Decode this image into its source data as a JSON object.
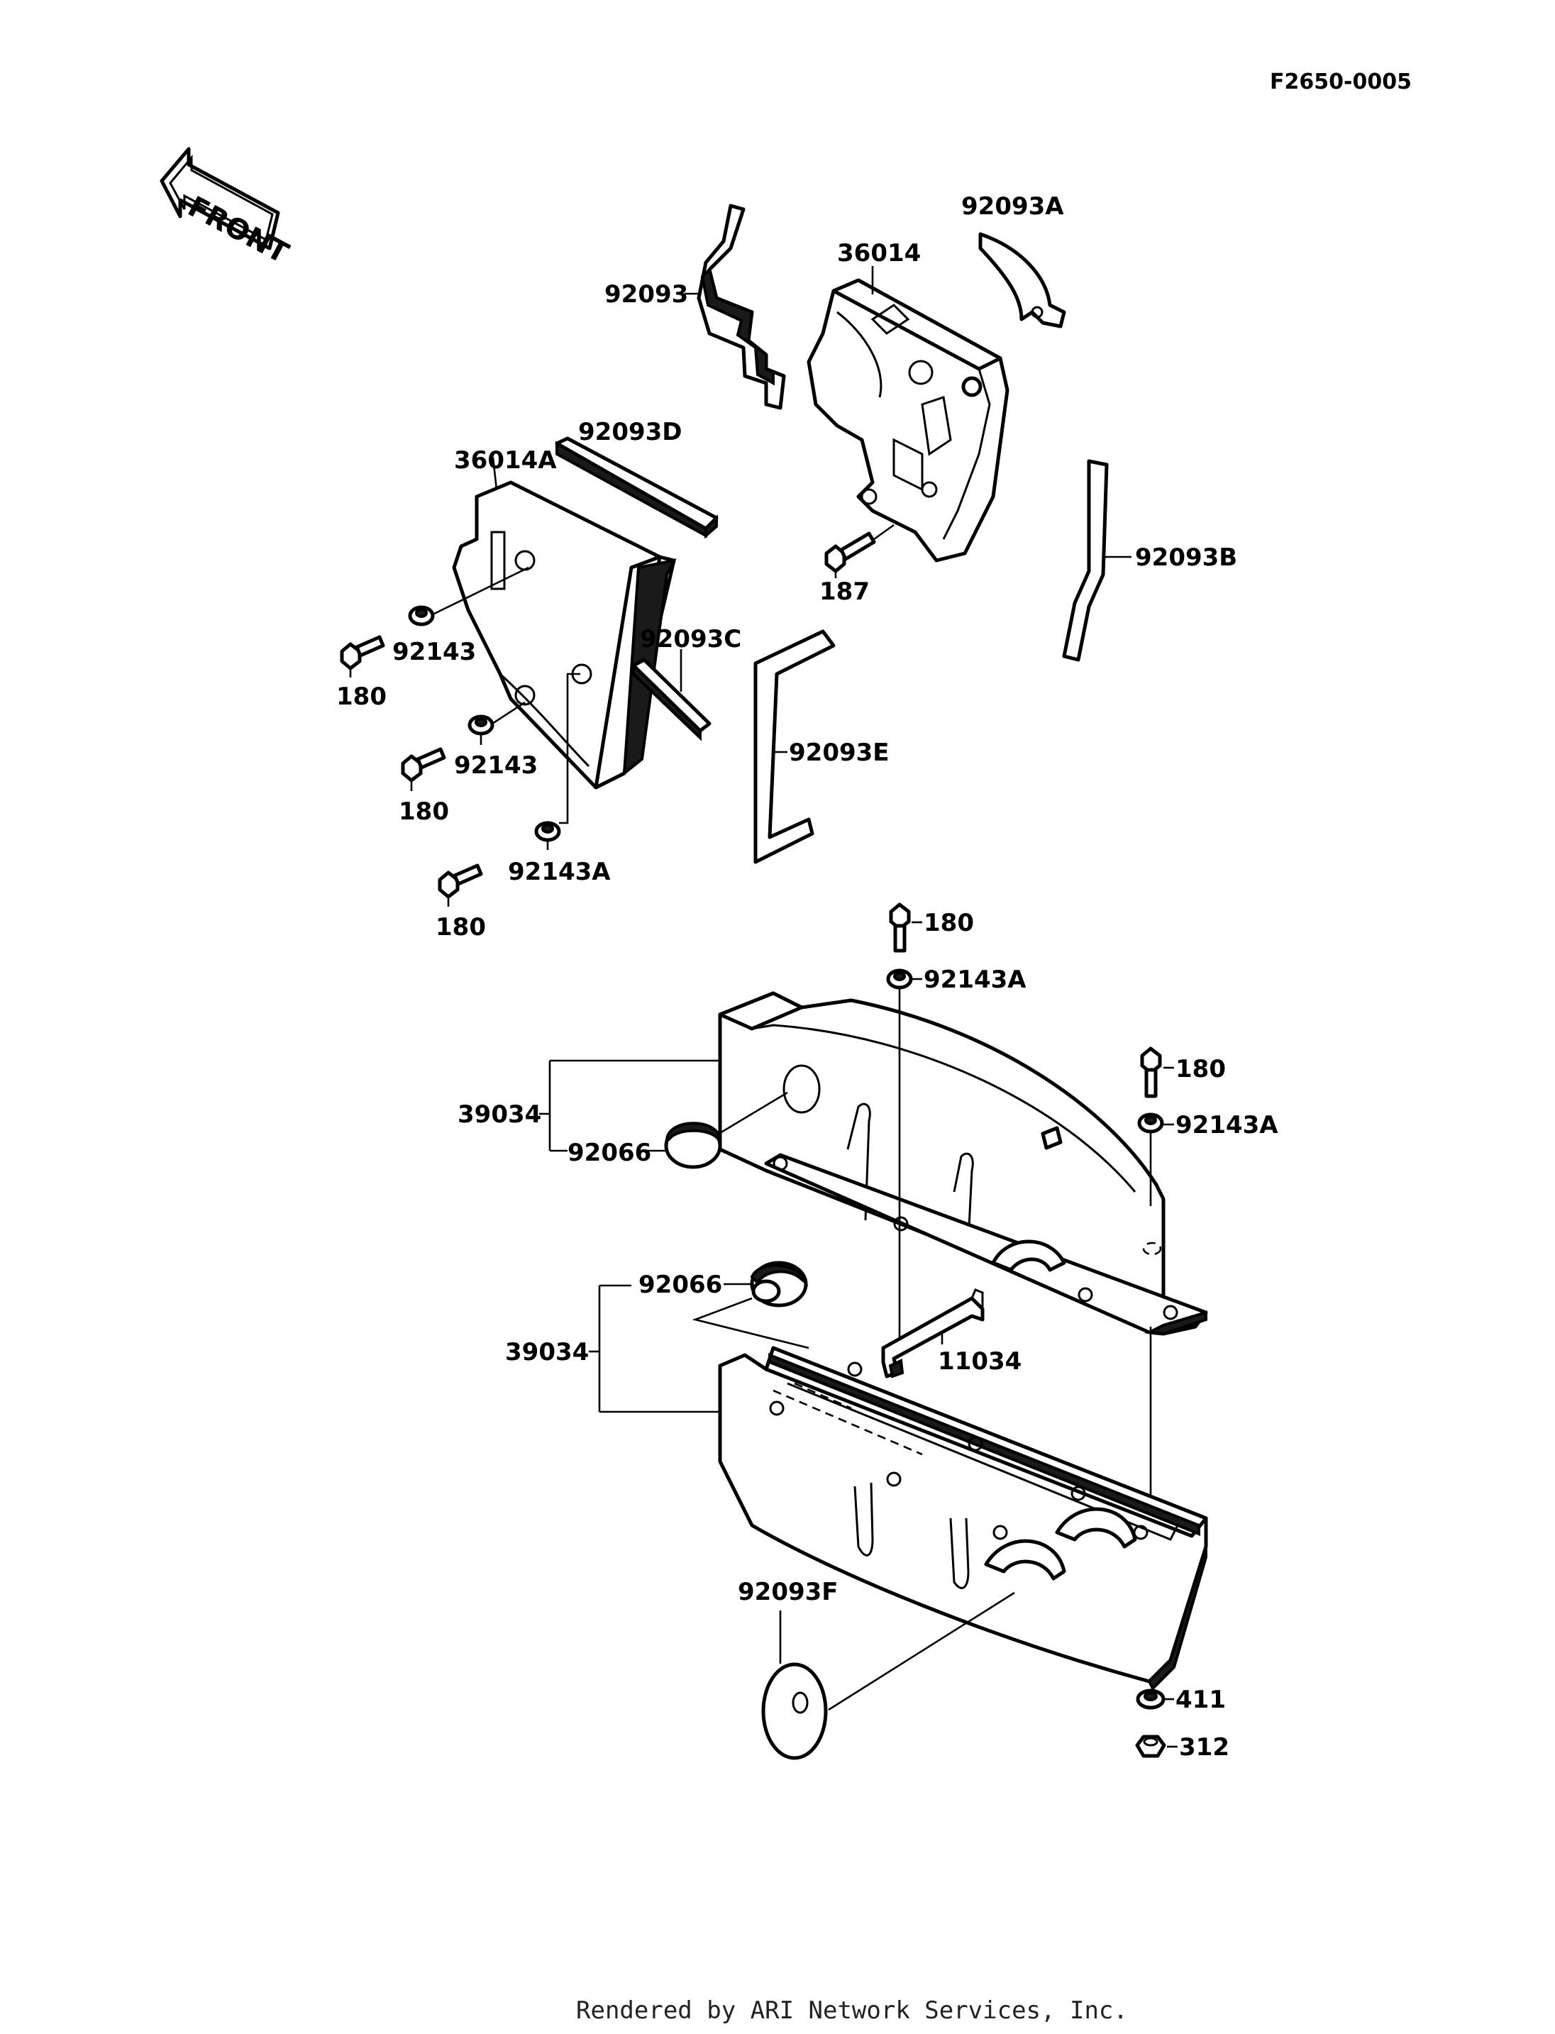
{
  "diagram_id": "F2650-0005",
  "front_label": "FRONT",
  "footer": "Rendered by ARI Network Services, Inc.",
  "callouts": {
    "c92093": "92093",
    "c92093A": "92093A",
    "c36014": "36014",
    "c36014A": "36014A",
    "c92093D": "92093D",
    "c187": "187",
    "c92093B": "92093B",
    "c92143_1": "92143",
    "c180_1": "180",
    "c92093C": "92093C",
    "c92143_2": "92143",
    "c180_2": "180",
    "c92093E": "92093E",
    "c92143A_1": "92143A",
    "c180_3": "180",
    "c180_4": "180",
    "c92143A_2": "92143A",
    "c180_5": "180",
    "c92143A_3": "92143A",
    "c39034_1": "39034",
    "c92066_1": "92066",
    "c92066_2": "92066",
    "c39034_2": "39034",
    "c11034": "11034",
    "c92093F": "92093F",
    "c411": "411",
    "c312": "312"
  }
}
